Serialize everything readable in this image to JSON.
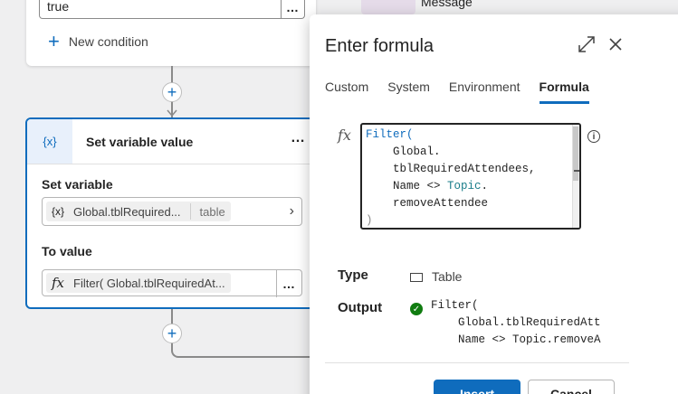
{
  "canvas": {
    "condition_card": {
      "value": "true",
      "more_label": "…",
      "new_condition_label": "New condition"
    },
    "add_step_icon": "+",
    "message_node": {
      "label": "Message"
    },
    "set_variable_card": {
      "icon": "{x}",
      "title": "Set variable value",
      "more_label": "…",
      "set_variable_label": "Set variable",
      "variable_icon": "{x}",
      "variable_name": "Global.tblRequired...",
      "variable_type": "table",
      "to_value_label": "To value",
      "value_icon": "fx",
      "value_text": "Filter( Global.tblRequiredAt...",
      "value_more_label": "…"
    }
  },
  "dialog": {
    "title": "Enter formula",
    "tabs": [
      {
        "label": "Custom",
        "active": false
      },
      {
        "label": "System",
        "active": false
      },
      {
        "label": "Environment",
        "active": false
      },
      {
        "label": "Formula",
        "active": true
      }
    ],
    "fx_label": "fx",
    "formula_lines": [
      "Filter(",
      "    Global.",
      "    tblRequiredAttendees,",
      "    Name <> Topic.",
      "    removeAttendee",
      ")"
    ],
    "info_icon": "i",
    "type_label": "Type",
    "type_value": "Table",
    "output_label": "Output",
    "output_lines": [
      "Filter(",
      "    Global.tblRequiredAtt",
      "    Name <> Topic.removeA"
    ],
    "insert_label": "Insert",
    "cancel_label": "Cancel"
  },
  "colors": {
    "accent": "#0f6cbd",
    "success": "#107c10",
    "canvas_bg": "#efeff0"
  }
}
